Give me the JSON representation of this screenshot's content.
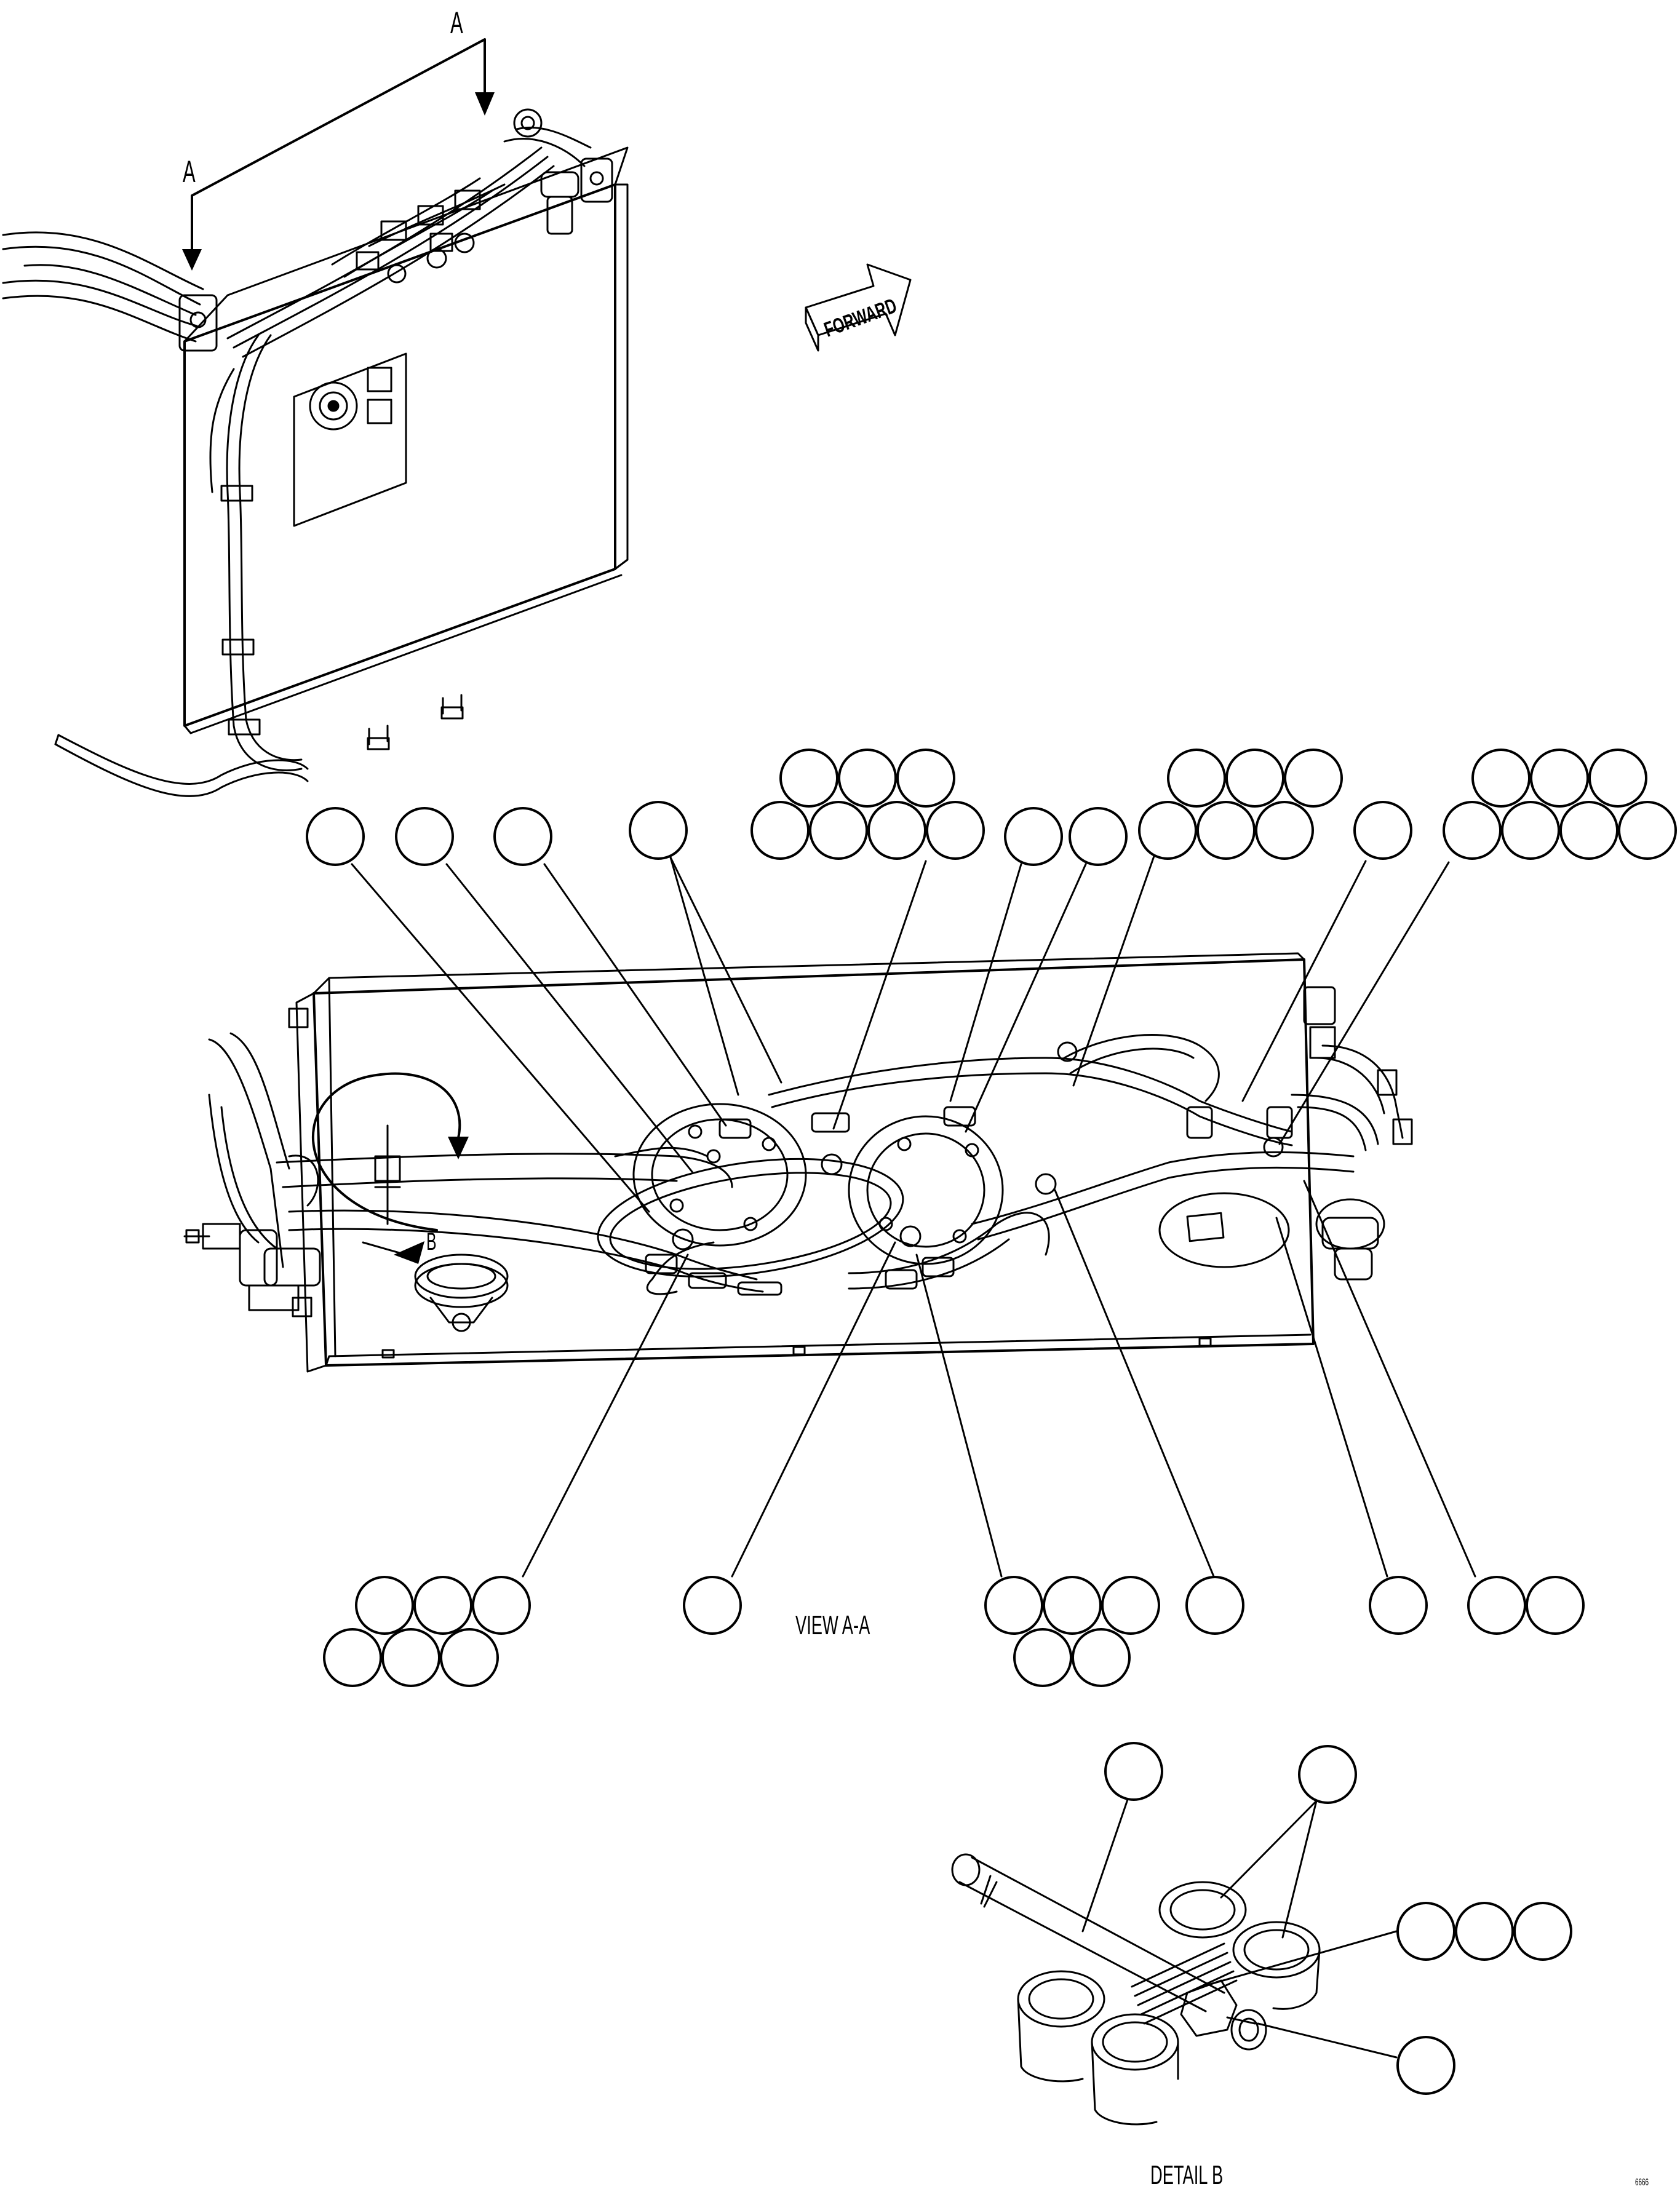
{
  "labels": {
    "section_arrow_top": "A",
    "section_arrow_left": "A",
    "forward_arrow": "FORWARD",
    "detail_callout": "B",
    "view_title": "VIEW A-A",
    "detail_title": "DETAIL B",
    "sheet_number": "6666"
  },
  "callout_groups": [
    {
      "name": "callout-group-1",
      "count": 1
    },
    {
      "name": "callout-group-2",
      "count": 1
    },
    {
      "name": "callout-group-3",
      "count": 1
    },
    {
      "name": "callout-group-4",
      "count": 1
    },
    {
      "name": "callout-group-5",
      "count": 7
    },
    {
      "name": "callout-group-6",
      "count": 1
    },
    {
      "name": "callout-group-7",
      "count": 1
    },
    {
      "name": "callout-group-8",
      "count": 6
    },
    {
      "name": "callout-group-9",
      "count": 1
    },
    {
      "name": "callout-group-10",
      "count": 7
    },
    {
      "name": "callout-group-11",
      "count": 6
    },
    {
      "name": "callout-group-12",
      "count": 1
    },
    {
      "name": "callout-group-13",
      "count": 5
    },
    {
      "name": "callout-group-14",
      "count": 1
    },
    {
      "name": "callout-group-15",
      "count": 1
    },
    {
      "name": "callout-group-16",
      "count": 2
    },
    {
      "name": "callout-group-17",
      "count": 1
    },
    {
      "name": "callout-group-18",
      "count": 1
    },
    {
      "name": "callout-group-19",
      "count": 3
    },
    {
      "name": "callout-group-20",
      "count": 1
    }
  ]
}
